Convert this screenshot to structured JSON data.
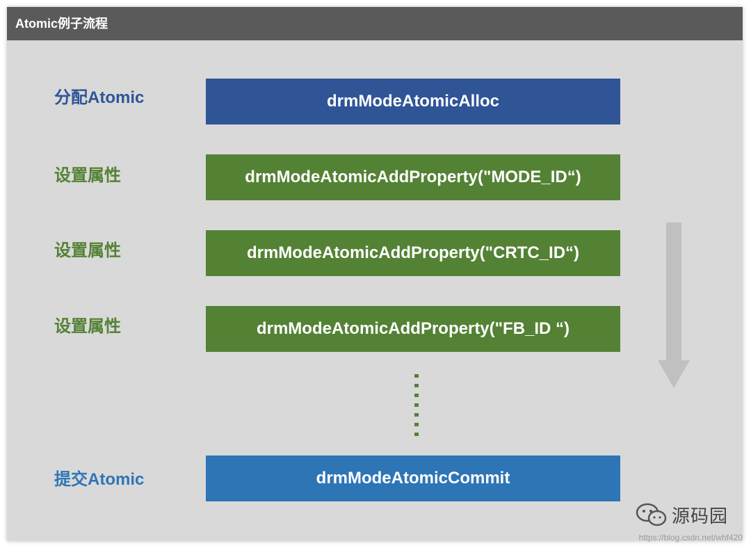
{
  "header": {
    "title": "Atomic例子流程"
  },
  "colors": {
    "blue_dark": "#2f5597",
    "green": "#548235",
    "blue": "#2e75b6",
    "arrow": "#c0c0c0"
  },
  "steps": [
    {
      "label": "分配Atomic",
      "call": "drmModeAtomicAlloc"
    },
    {
      "label": "设置属性",
      "call": "drmModeAtomicAddProperty(\"MODE_ID“)"
    },
    {
      "label": "设置属性",
      "call": "drmModeAtomicAddProperty(\"CRTC_ID“)"
    },
    {
      "label": "设置属性",
      "call": "drmModeAtomicAddProperty(\"FB_ID “)"
    },
    {
      "label": "提交Atomic",
      "call": "drmModeAtomicCommit"
    }
  ],
  "icons": {
    "watermark_logo": "wechat-icon",
    "flow_arrow": "down-arrow-icon"
  },
  "watermark": {
    "name": "源码园",
    "url": "https://blog.csdn.net/whf420"
  }
}
